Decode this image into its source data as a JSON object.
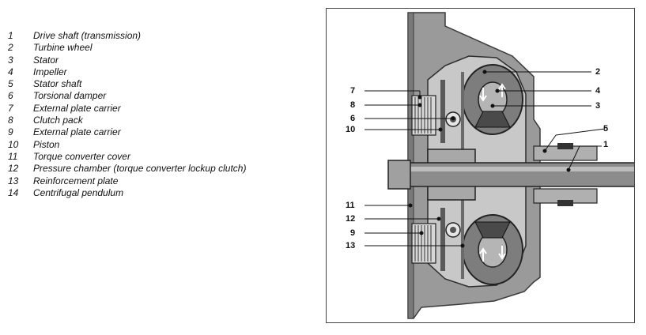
{
  "legend": [
    {
      "num": "1",
      "text": "Drive shaft (transmission)"
    },
    {
      "num": "2",
      "text": "Turbine wheel"
    },
    {
      "num": "3",
      "text": "Stator"
    },
    {
      "num": "4",
      "text": "Impeller"
    },
    {
      "num": "5",
      "text": "Stator shaft"
    },
    {
      "num": "6",
      "text": "Torsional damper"
    },
    {
      "num": "7",
      "text": "External plate carrier"
    },
    {
      "num": "8",
      "text": "Clutch pack"
    },
    {
      "num": "9",
      "text": "External plate carrier"
    },
    {
      "num": "10",
      "text": "Piston"
    },
    {
      "num": "11",
      "text": "Torque converter cover"
    },
    {
      "num": "12",
      "text": "Pressure chamber (torque converter lockup clutch)"
    },
    {
      "num": "13",
      "text": "Reinforcement plate"
    },
    {
      "num": "14",
      "text": "Centrifugal pendulum"
    }
  ],
  "callouts": {
    "c1": "1",
    "c2": "2",
    "c3": "3",
    "c4": "4",
    "c5": "5",
    "c6": "6",
    "c7": "7",
    "c8": "8",
    "c9": "9",
    "c10": "10",
    "c11": "11",
    "c12": "12",
    "c13": "13"
  }
}
